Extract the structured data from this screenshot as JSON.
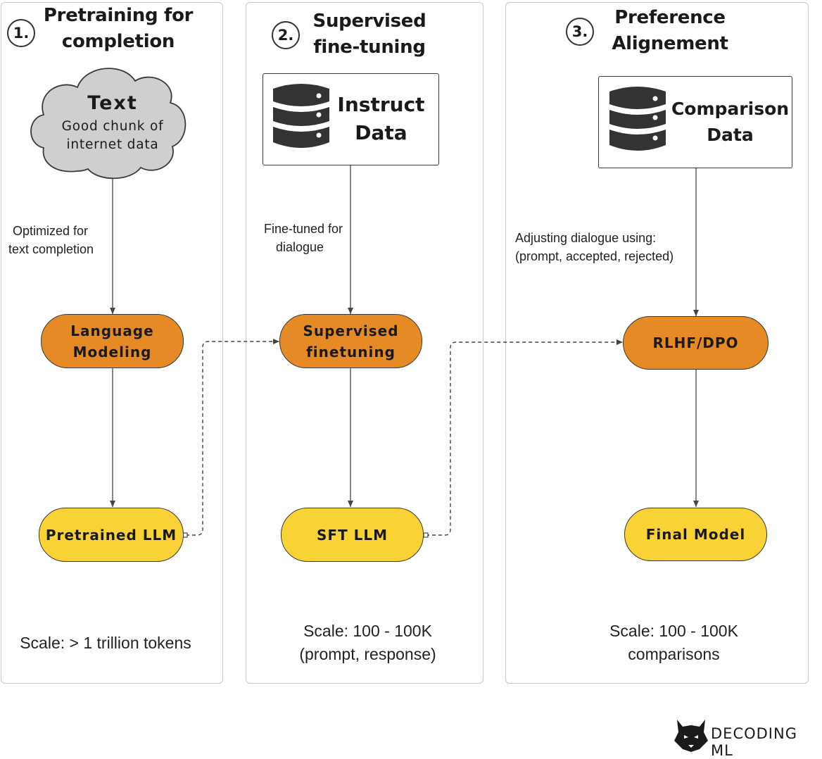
{
  "stages": [
    {
      "number": "1.",
      "title_lines": [
        "Pretraining for",
        "completion"
      ],
      "source": {
        "title": "Text",
        "subtitle_lines": [
          "Good chunk of",
          "internet data"
        ],
        "icon": "cloud-icon"
      },
      "edge_label_lines": [
        "Optimized for",
        "text completion"
      ],
      "process_lines": [
        "Language",
        "Modeling"
      ],
      "output_lines": [
        "Pretrained LLM"
      ],
      "scale_lines": [
        "Scale: > 1 trillion tokens"
      ]
    },
    {
      "number": "2.",
      "title_lines": [
        "Supervised",
        "fine-tuning"
      ],
      "source": {
        "title_lines": [
          "Instruct",
          "Data"
        ],
        "icon": "database-icon"
      },
      "edge_label_lines": [
        "Fine-tuned for",
        "dialogue"
      ],
      "process_lines": [
        "Supervised",
        "finetuning"
      ],
      "output_lines": [
        "SFT LLM"
      ],
      "scale_lines": [
        "Scale: 100 - 100K",
        "(prompt, response)"
      ]
    },
    {
      "number": "3.",
      "title_lines": [
        "Preference",
        "Alignement"
      ],
      "source": {
        "title_lines": [
          "Comparison",
          "Data"
        ],
        "icon": "database-icon"
      },
      "edge_label_lines": [
        "Adjusting dialogue using:",
        "(prompt, accepted, rejected)"
      ],
      "process_lines": [
        "RLHF/DPO"
      ],
      "output_lines": [
        "Final Model"
      ],
      "scale_lines": [
        "Scale: 100 - 100K",
        "comparisons"
      ]
    }
  ],
  "brand": {
    "name": "DECODING ML",
    "icon": "wolf-logo-icon"
  },
  "colors": {
    "process": "#e68a25",
    "output": "#f9d236",
    "database": "#333333",
    "cloud": "#cfcfcf"
  }
}
